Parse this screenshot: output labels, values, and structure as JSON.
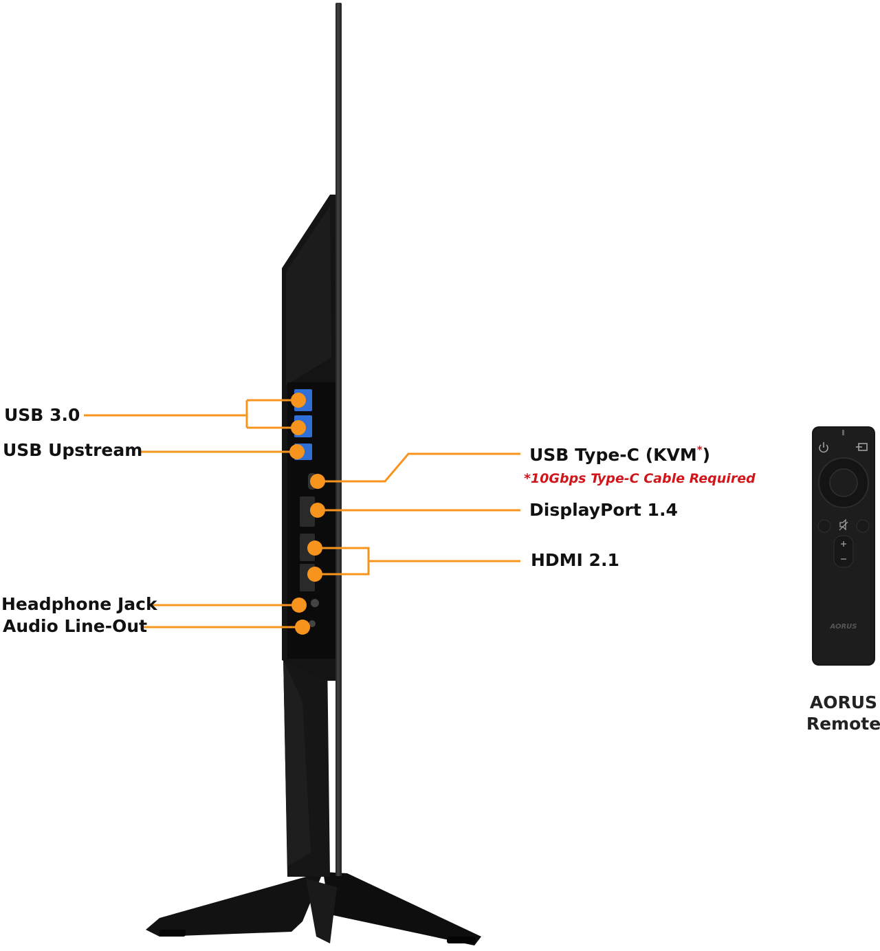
{
  "colors": {
    "accent": "#f7941d",
    "note": "#d0161a",
    "usb_blue": "#2f6fd6",
    "monitor": "#111111"
  },
  "ports_left": {
    "usb30": "USB 3.0",
    "usb_upstream": "USB Upstream",
    "headphone": "Headphone Jack",
    "audio_out": "Audio Line-Out"
  },
  "ports_right": {
    "usbc_main": "USB Type-C (KVM",
    "usbc_asterisk": "*",
    "usbc_close": ")",
    "usbc_note": "*10Gbps Type-C Cable Required",
    "displayport": "DisplayPort 1.4",
    "hdmi": "HDMI 2.1"
  },
  "remote": {
    "line1": "AORUS",
    "line2": "Remote",
    "logo_text": "AORUS",
    "icons": [
      "power-icon",
      "input-icon",
      "mute-icon",
      "volume-plus-icon",
      "volume-minus-icon"
    ]
  }
}
